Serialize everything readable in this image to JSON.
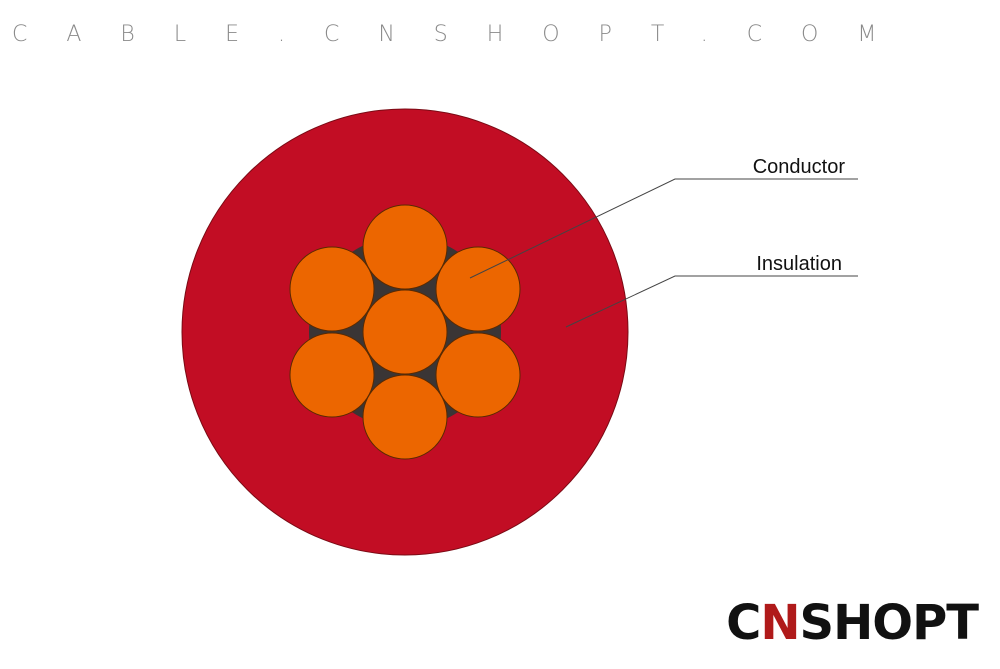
{
  "site_url": "CABLE.CNSHOPT.COM",
  "labels": {
    "conductor": "Conductor",
    "insulation": "Insulation"
  },
  "logo": {
    "part1": "C",
    "part2": "N",
    "part3": "SHOPT"
  },
  "colors": {
    "insulation": "#c20d24",
    "conductor_strand": "#ec6600",
    "filler": "#3a3535",
    "logo_accent": "#b01a1a"
  },
  "strand_count": 7
}
